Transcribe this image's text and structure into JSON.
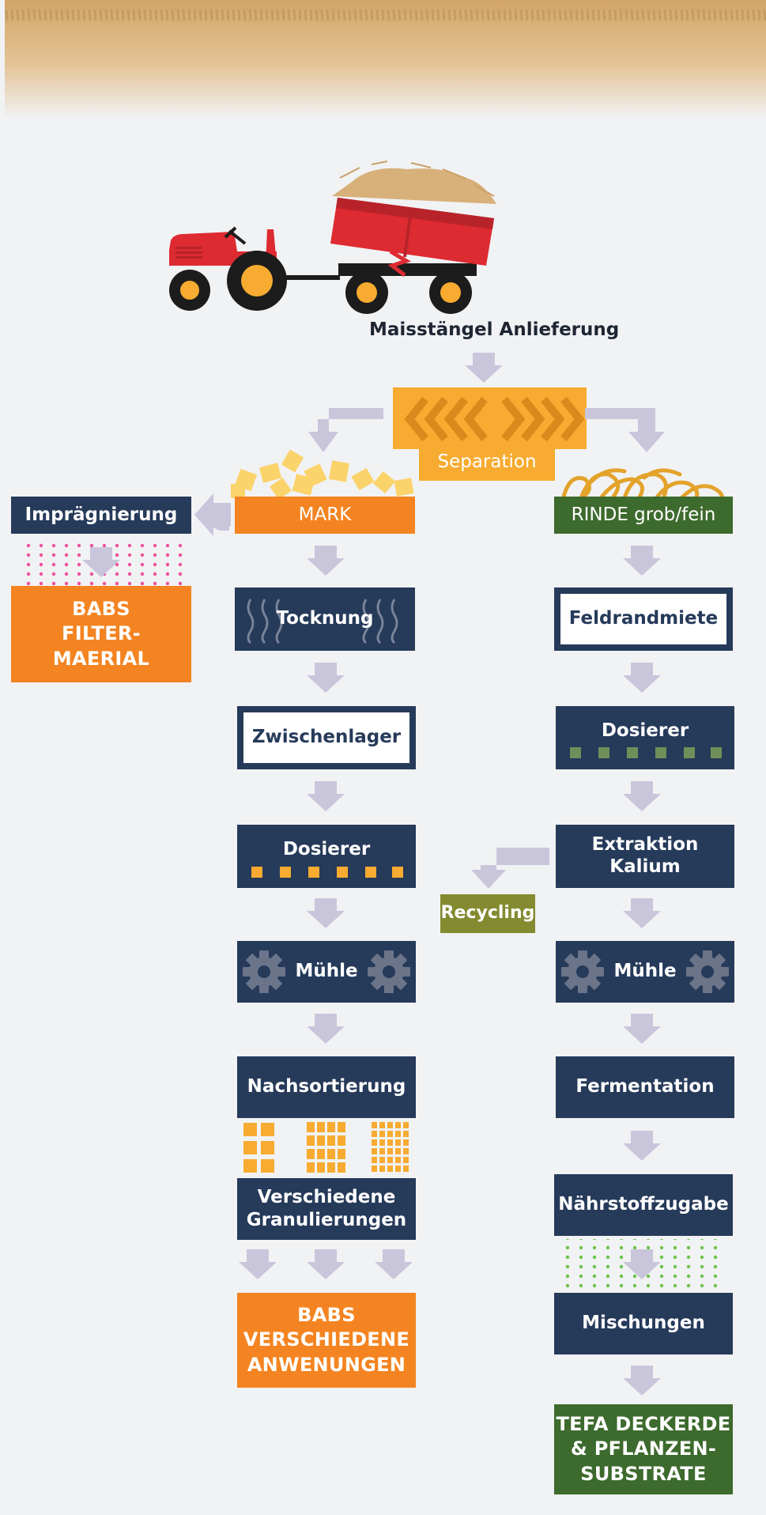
{
  "delivery": "Maisstängel Anlieferung",
  "separation": "Separation",
  "mark": {
    "label": "MARK",
    "impregnation": "Imprägnierung",
    "filter_product": [
      "BABS",
      "FILTER-",
      "MAERIAL"
    ],
    "steps": [
      "Tocknung",
      "Zwischenlager",
      "Dosierer",
      "Mühle",
      "Nachsortierung"
    ],
    "granulation": [
      "Verschiedene",
      "Granulierungen"
    ],
    "final_product": [
      "BABS",
      "VERSCHIEDENE",
      "ANWENUNGEN"
    ]
  },
  "rinde": {
    "label": "RINDE grob/fein",
    "steps": [
      "Feldrandmiete",
      "Dosierer",
      "Extraktion Kalium",
      "Mühle",
      "Fermentation",
      "Nährstoffzugabe",
      "Mischungen"
    ],
    "recycling": "Recycling",
    "final_product": [
      "TEFA DECKERDE",
      "& PFLANZEN-",
      "SUBSTRATE"
    ]
  },
  "colors": {
    "navy": "#263a5a",
    "orange": "#f48421",
    "dark_green": "#3d6a2d",
    "olive": "#838a2f",
    "amber": "#f7ab30",
    "arrow": "#c9c6db",
    "tractor_red": "#de2a31"
  },
  "icons": [
    "tractor-icon",
    "trailer-icon",
    "gear-icon",
    "arrow-down-icon"
  ]
}
